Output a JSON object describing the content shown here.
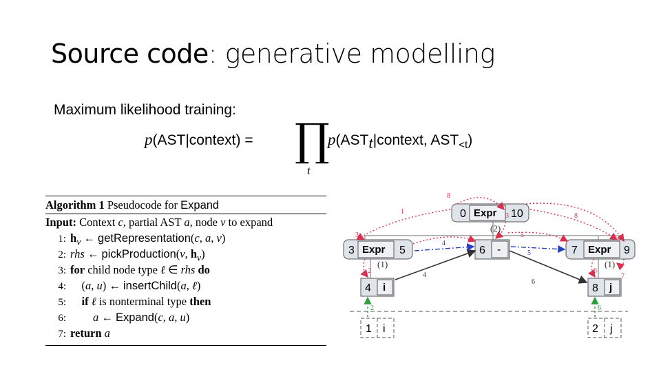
{
  "title": {
    "main": "Source code",
    "rest": ": generative modelling"
  },
  "subhead": {
    "main": "Maximum likelihood training",
    "colon": ":"
  },
  "formula": {
    "lhs_p": "p",
    "lhs_args": "(AST|context) =",
    "product": "∏",
    "product_sub": "t",
    "rhs_p": "p",
    "rhs_args_a": "(AST",
    "rhs_sub_t": "t",
    "rhs_args_b": "|context, AST",
    "rhs_sub_lt": "<t",
    "rhs_close": ")"
  },
  "algorithm": {
    "label": "Algorithm 1",
    "caption": "Pseudocode for",
    "caption_fn": "Expand",
    "input_label": "Input:",
    "input_text": "Context c, partial AST a, node v to expand",
    "lines": [
      {
        "n": "1:",
        "text": "h_v ← getRepresentation(c, a, v)"
      },
      {
        "n": "2:",
        "text": "rhs ← pickProduction(v, h_v)"
      },
      {
        "n": "3:",
        "text": "for child node type ℓ ∈ rhs do"
      },
      {
        "n": "4:",
        "text": "(a, u) ← insertChild(a, ℓ)"
      },
      {
        "n": "5:",
        "text": "if ℓ is nonterminal type then"
      },
      {
        "n": "6:",
        "text": "a ← Expand(c, a, u)"
      },
      {
        "n": "7:",
        "text": "return a"
      }
    ]
  },
  "diagram": {
    "nodes": {
      "root": {
        "id": "0",
        "label": "Expr",
        "num2": "10"
      },
      "left": {
        "id": "3",
        "label": "Expr",
        "num2": "5"
      },
      "mid": {
        "id": "6",
        "label": "-"
      },
      "right": {
        "id": "7",
        "label": "Expr",
        "num2": "9"
      },
      "leaf_i": {
        "id": "4",
        "label": "i"
      },
      "leaf_j": {
        "id": "8",
        "label": "j"
      },
      "tok_i": {
        "id": "1",
        "label": "i"
      },
      "tok_j": {
        "id": "2",
        "label": "j"
      }
    },
    "edge_labels": [
      "1",
      "2",
      "3",
      "4",
      "5",
      "6",
      "7",
      "8",
      "(1)",
      "(2)"
    ],
    "colors": {
      "red": "#d9304f",
      "blue": "#2a3fbf",
      "green": "#2e9e3e",
      "box_fill": "#dfe3ea",
      "dark": "#333333"
    }
  }
}
